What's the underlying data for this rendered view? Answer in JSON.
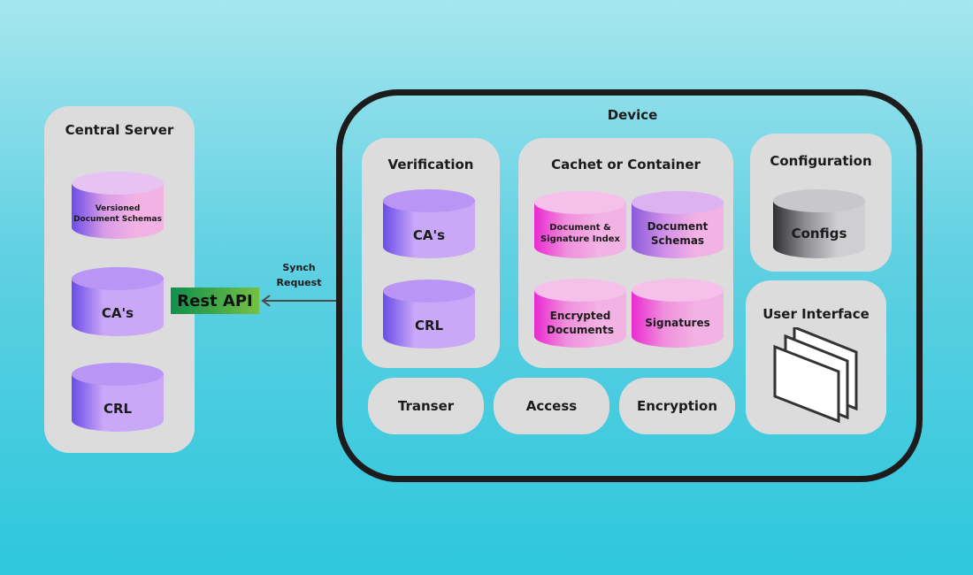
{
  "central_server": {
    "title": "Central Server",
    "cylinders": [
      {
        "label": "Versioned\nDocument Schemas"
      },
      {
        "label": "CA's"
      },
      {
        "label": "CRL"
      }
    ]
  },
  "rest_api": {
    "label": "Rest API"
  },
  "synch": {
    "label": "Synch\nRequest"
  },
  "device": {
    "title": "Device",
    "verification": {
      "title": "Verification",
      "items": [
        "CA's",
        "CRL"
      ]
    },
    "cachet": {
      "title": "Cachet or Container",
      "items": [
        "Document &\nSignature Index",
        "Document\nSchemas",
        "Encrypted\nDocuments",
        "Signatures"
      ]
    },
    "configuration": {
      "title": "Configuration",
      "item": "Configs"
    },
    "user_interface": {
      "title": "User Interface"
    },
    "modules": [
      "Transer",
      "Access",
      "Encryption"
    ]
  },
  "colors": {
    "purple_light": "#c9a8f7",
    "purple_dark": "#6b4ce8",
    "pink_light": "#f3b2e4",
    "magenta": "#e92ad0",
    "grey_light": "#cfcfd2",
    "grey_dark": "#2f2f33",
    "panel": "#dcdcdc",
    "device_border": "#1c1c1c"
  }
}
